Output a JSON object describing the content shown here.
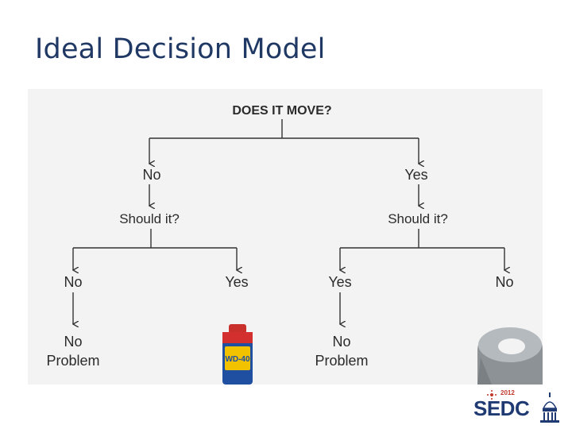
{
  "slide": {
    "title": "Ideal Decision Model"
  },
  "diagram": {
    "question": "DOES IT MOVE?",
    "left_branch": {
      "answer": "No",
      "should_label": "Should it?",
      "left_answer": "No",
      "left_result": [
        "No",
        "Problem"
      ],
      "right_answer": "Yes"
    },
    "right_branch": {
      "answer": "Yes",
      "should_label": "Should it?",
      "left_answer": "Yes",
      "left_result": [
        "No",
        "Problem"
      ],
      "right_answer": "No"
    },
    "can_label": "WD-40"
  },
  "logo": {
    "text": "SEDC",
    "year": "2012"
  },
  "colors": {
    "title": "#1f3864",
    "logo_blue": "#1f3a73",
    "logo_red": "#c0392b",
    "can_red": "#d32f2f",
    "can_yellow": "#f2c200",
    "tape_gray": "#9ea3a8"
  }
}
